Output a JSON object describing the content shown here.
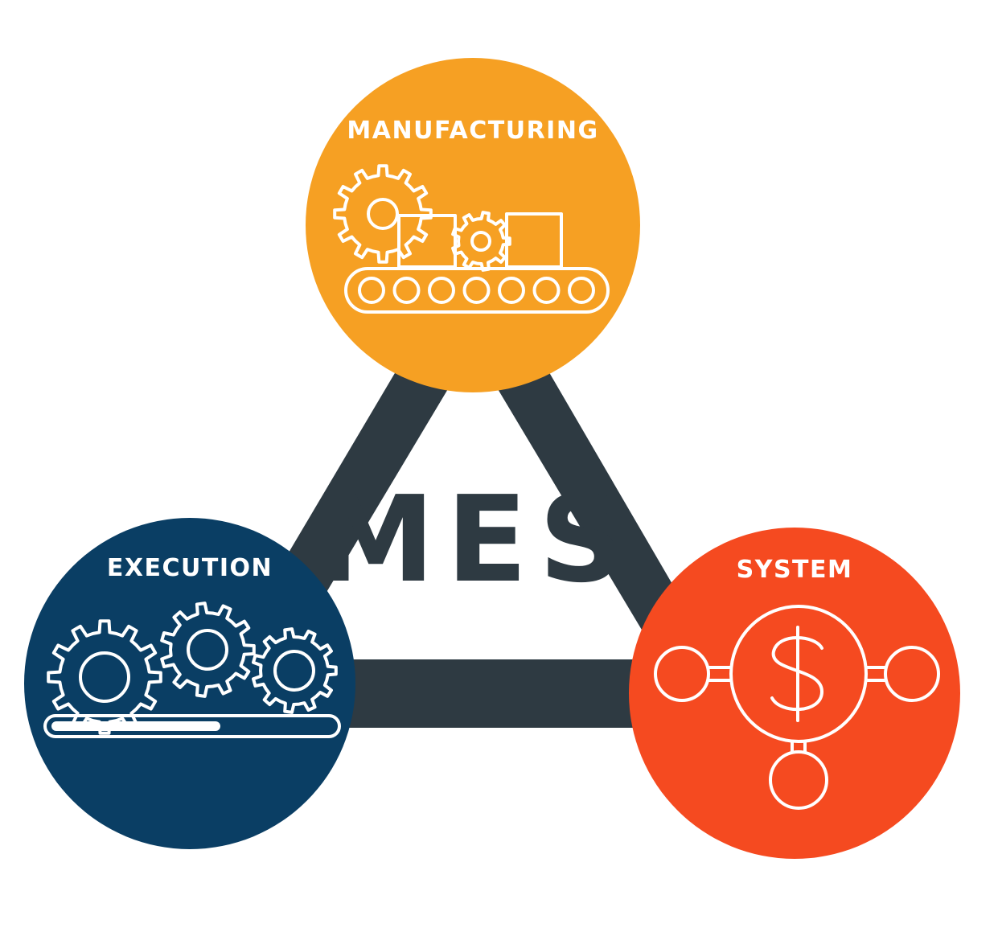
{
  "center": {
    "title": "MES"
  },
  "nodes": {
    "manufacturing": {
      "label": "MANUFACTURING",
      "icon": "conveyor-gears-icon"
    },
    "execution": {
      "label": "EXECUTION",
      "icon": "gears-progress-icon"
    },
    "system": {
      "label": "SYSTEM",
      "icon": "dollar-network-icon"
    }
  },
  "colors": {
    "triangle": "#2e3a42",
    "manufacturing": "#f6a023",
    "execution": "#0a3e64",
    "system": "#f54a20",
    "text_dark": "#2e3a42",
    "icon_stroke": "#ffffff"
  }
}
